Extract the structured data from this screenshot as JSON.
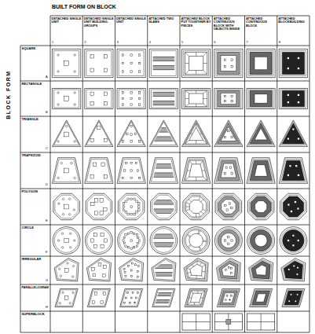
{
  "diagram": {
    "title": "BUILT FORM ON BLOCK",
    "labels": [
      "BLOCK FORM",
      "DETACHED SINGLE UNIT",
      "1",
      "DETACHED SINGLE UNIT BUILDING-GROUPS",
      "2",
      "DETACHED SINGLE UNIT",
      "3",
      "ATTACHED TWO SLABS",
      "4",
      "ATTACHED BLOCK PUT TOGETHER BY PIECES",
      "5",
      "ATTACHED CONTINUOUS BLOCK WITH OBJECTS INSIDE",
      "6",
      "ATTACHED CONTINUOUS BLOCK",
      "7",
      "ATTACHED BLOCKBUILDING",
      "8",
      "SQUARE",
      "A",
      "RECTANGLE",
      "B",
      "TRIANGLE",
      "C",
      "TRAPEZOID",
      "D",
      "POLYGON",
      "E",
      "CIRCLE",
      "F",
      "IRREGULAR",
      "G",
      "PARALLELOGRAM",
      "H",
      "SUPERBLOCK"
    ]
  }
}
